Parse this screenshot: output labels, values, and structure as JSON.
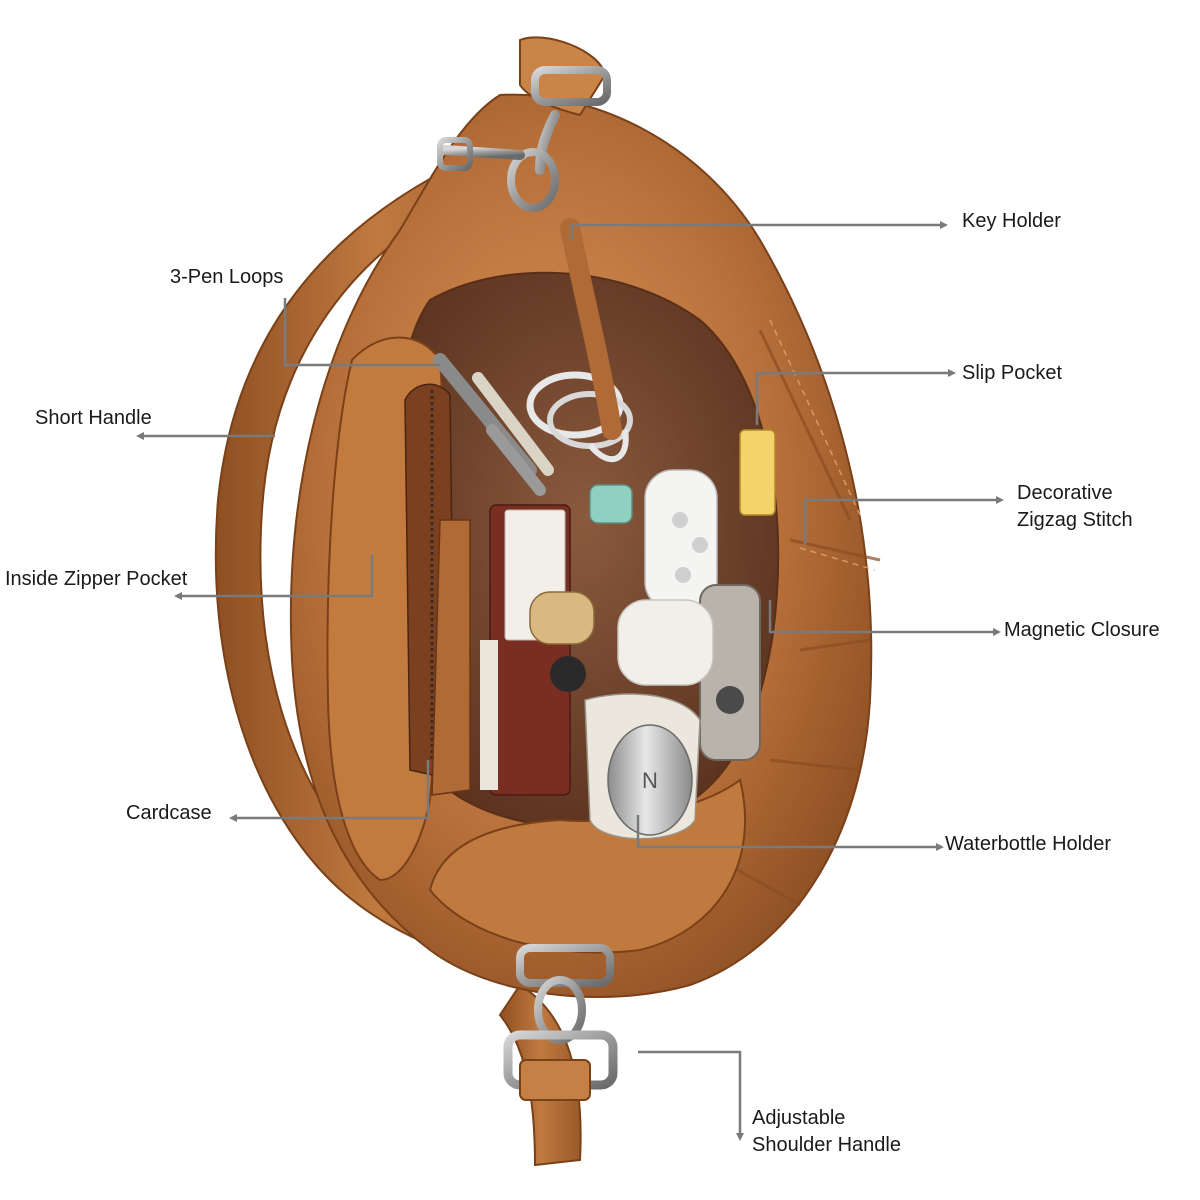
{
  "colors": {
    "background": "#ffffff",
    "leather": "#b8703a",
    "leather_dark": "#8a4d22",
    "leather_light": "#d99a5e",
    "lining": "#7a4a30",
    "metal": "#8f8f8f",
    "callout_line": "#7a7a7a",
    "text": "#1a1a1a"
  },
  "callouts": {
    "key_holder": "Key Holder",
    "pen_loops": "3-Pen Loops",
    "slip_pocket": "Slip Pocket",
    "short_handle": "Short Handle",
    "zigzag_stitch": [
      "Decorative",
      "Zigzag Stitch"
    ],
    "zipper_pocket": "Inside Zipper Pocket",
    "magnetic_closure": "Magnetic Closure",
    "cardcase": "Cardcase",
    "waterbottle_holder": "Waterbottle Holder",
    "shoulder_handle": [
      "Adjustable",
      "Shoulder Handle"
    ]
  },
  "bottle_logo": "N"
}
